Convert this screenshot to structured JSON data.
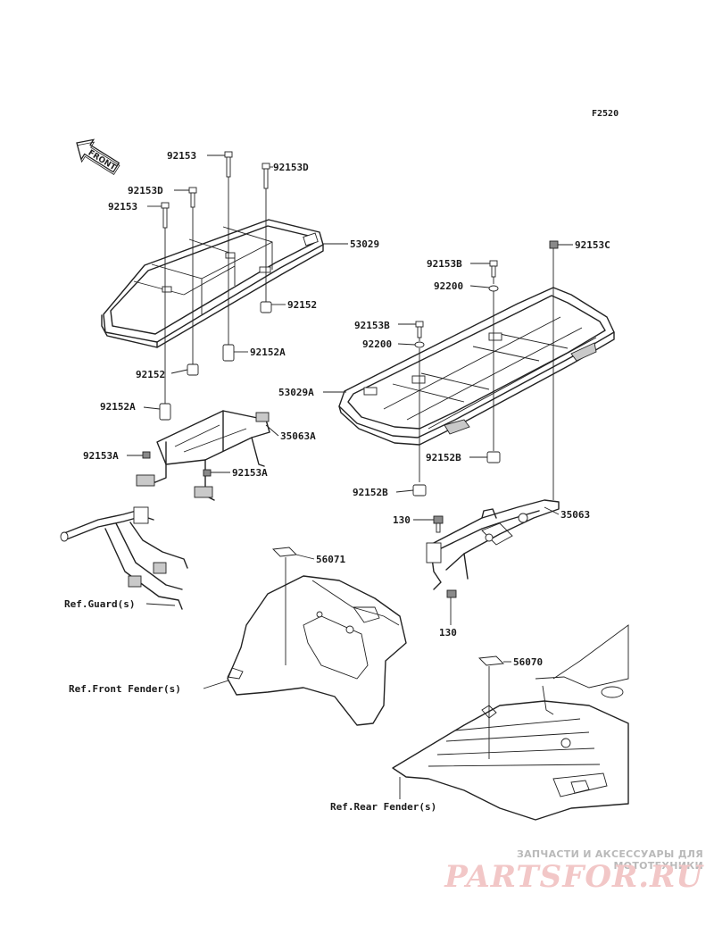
{
  "figure_code": "F2520",
  "front_marker": "FRONT",
  "labels": {
    "l92153_a": "92153",
    "l92153D_a": "92153D",
    "l92153D_b": "92153D",
    "l92153_b": "92153",
    "l53029": "53029",
    "l92152_a": "92152",
    "l92152A_a": "92152A",
    "l92152_b": "92152",
    "l92152A_b": "92152A",
    "l35063A": "35063A",
    "l92153A_a": "92153A",
    "l92153A_b": "92153A",
    "l92153C": "92153C",
    "l92153B_a": "92153B",
    "l92200_a": "92200",
    "l92153B_b": "92153B",
    "l92200_b": "92200",
    "l53029A": "53029A",
    "l92152B_a": "92152B",
    "l92152B_b": "92152B",
    "l130_a": "130",
    "l35063": "35063",
    "l130_b": "130",
    "l56071": "56071",
    "l56070": "56070",
    "ref_guard": "Ref.Guard(s)",
    "ref_front_fender": "Ref.Front Fender(s)",
    "ref_rear_fender": "Ref.Rear Fender(s)"
  },
  "watermark": {
    "caption": "ЗАПЧАСТИ И АКСЕССУАРЫ ДЛЯ МОТОТЕХНИКИ",
    "logo": "PARTSFOR.RU"
  }
}
